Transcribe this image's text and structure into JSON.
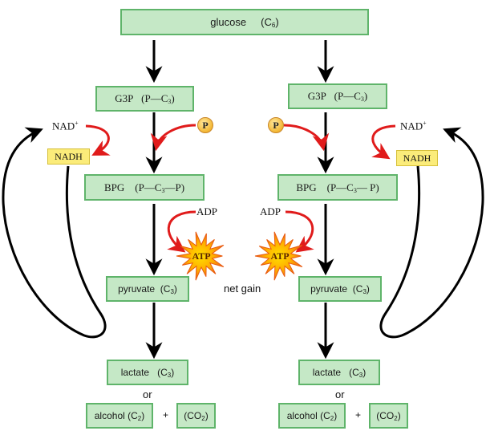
{
  "diagram": {
    "title": "Glycolysis and fermentation",
    "glucose": {
      "name": "glucose",
      "formula_prefix": "(C",
      "formula_sub": "6",
      "formula_suffix": ")"
    },
    "sides": [
      {
        "id": "left",
        "g3p": {
          "name": "G3P",
          "formula_prefix": "(P—C",
          "formula_sub": "3",
          "formula_suffix": ")"
        },
        "bpg": {
          "name": "BPG",
          "formula_prefix": "(P—C",
          "formula_sub": "3",
          "formula_suffix": "—P)"
        },
        "phosphate": "P",
        "nad_plus": {
          "base": "NAD",
          "sup": "+"
        },
        "nadh": "NADH",
        "adp": "ADP",
        "atp": "ATP",
        "pyruvate": {
          "name": "pyruvate",
          "formula_prefix": "(C",
          "formula_sub": "3",
          "formula_suffix": ")"
        },
        "lactate": {
          "name": "lactate",
          "formula_prefix": "(C",
          "formula_sub": "3",
          "formula_suffix": ")"
        },
        "or": "or",
        "alcohol": {
          "name": "alcohol",
          "formula_prefix": "(C",
          "formula_sub": "2",
          "formula_suffix": ")"
        },
        "plus": "+",
        "co2": {
          "prefix": "(CO",
          "sub": "2",
          "suffix": ")"
        }
      },
      {
        "id": "right",
        "g3p": {
          "name": "G3P",
          "formula_prefix": "(P—C",
          "formula_sub": "3",
          "formula_suffix": ")"
        },
        "bpg": {
          "name": "BPG",
          "formula_prefix": "(P—C",
          "formula_sub": "3",
          "formula_suffix": "— P)"
        },
        "phosphate": "P",
        "nad_plus": {
          "base": "NAD",
          "sup": "+"
        },
        "nadh": "NADH",
        "adp": "ADP",
        "atp": "ATP",
        "pyruvate": {
          "name": "pyruvate",
          "formula_prefix": "(C",
          "formula_sub": "3",
          "formula_suffix": ")"
        },
        "lactate": {
          "name": "lactate",
          "formula_prefix": "(C",
          "formula_sub": "3",
          "formula_suffix": ")"
        },
        "or": "or",
        "alcohol": {
          "name": "alcohol",
          "formula_prefix": "(C",
          "formula_sub": "2",
          "formula_suffix": ")"
        },
        "plus": "+",
        "co2": {
          "prefix": "(CO",
          "sub": "2",
          "suffix": ")"
        }
      }
    ],
    "net_gain": "net gain",
    "colors": {
      "box_fill": "#c5e8c6",
      "box_border": "#5fb46a",
      "nadh_fill": "#fbec7a",
      "red_arrow": "#e01b1b",
      "black_arrow": "#000000",
      "atp_burst": "#f7931e"
    }
  }
}
